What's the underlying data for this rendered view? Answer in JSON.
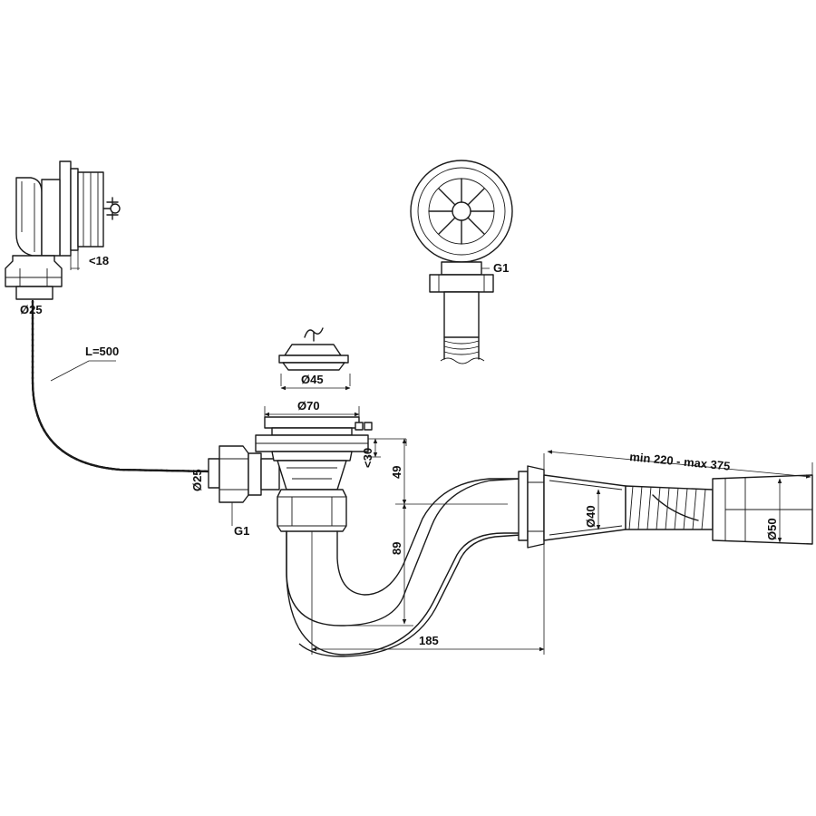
{
  "labels": {
    "overflow_depth": "<18",
    "overflow_pipe_dia": "Ø25",
    "hose_length": "L=500",
    "hose_outlet_dia": "Ø25",
    "hose_thread": "G1",
    "grate_thread": "G1",
    "plug_dia": "Ø45",
    "flange_dia": "Ø70",
    "flange_height": "<30",
    "drop_upper": "49",
    "drop_lower": "89",
    "trap_width": "185",
    "extension_range": "min 220 - max 375",
    "outlet_dia_small": "Ø40",
    "outlet_dia_large": "Ø50"
  },
  "colors": {
    "line": "#1a1a1a",
    "background": "#ffffff"
  }
}
